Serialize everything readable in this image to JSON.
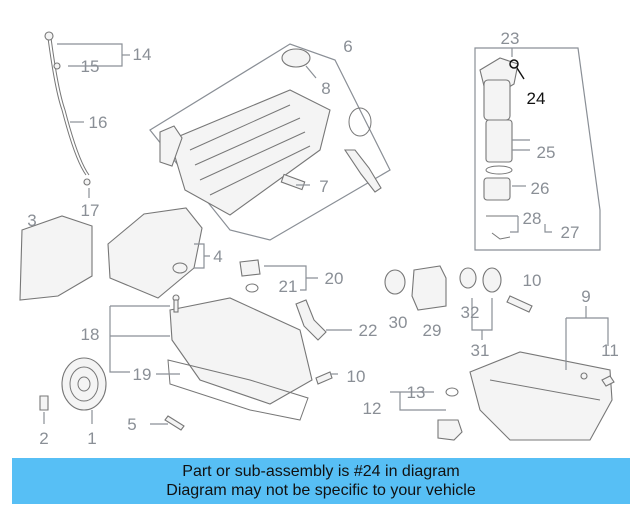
{
  "callouts": {
    "c1": "1",
    "c2": "2",
    "c3": "3",
    "c4": "4",
    "c5": "5",
    "c6": "6",
    "c7": "7",
    "c8": "8",
    "c9": "9",
    "c10a": "10",
    "c10b": "10",
    "c11": "11",
    "c12": "12",
    "c13": "13",
    "c14": "14",
    "c15": "15",
    "c16": "16",
    "c17": "17",
    "c18": "18",
    "c19": "19",
    "c20": "20",
    "c21": "21",
    "c22": "22",
    "c23": "23",
    "c24": "24",
    "c25": "25",
    "c26": "26",
    "c27": "27",
    "c28": "28",
    "c29": "29",
    "c30": "30",
    "c31": "31",
    "c32": "32"
  },
  "banner": {
    "line1": "Part or sub-assembly is #24 in diagram",
    "line2": "Diagram may not be specific to your vehicle"
  },
  "colors": {
    "banner_bg": "#57bff5",
    "callout": "#8a8f96",
    "highlight": "#111111"
  }
}
